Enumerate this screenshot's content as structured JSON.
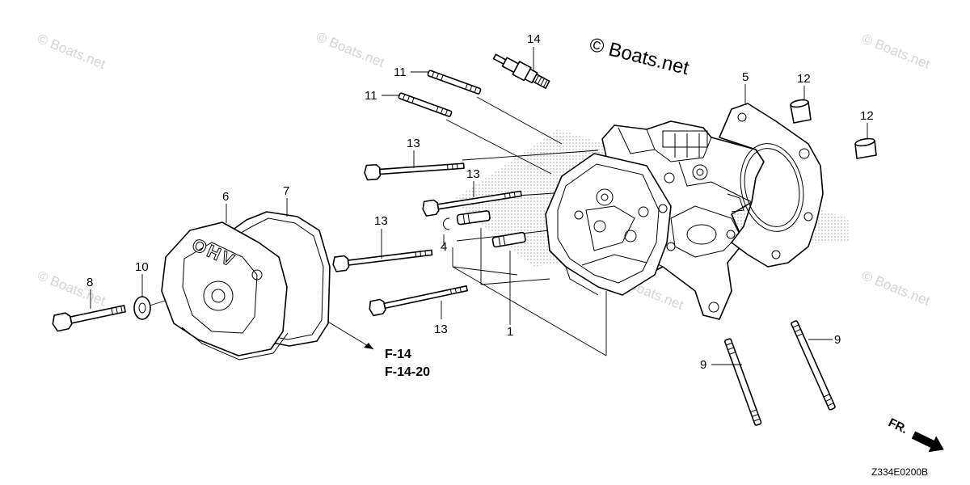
{
  "watermarks": [
    "© Boats.net",
    "© Boats.net",
    "© Boats.net",
    "© Boats.net",
    "© Boats.net",
    "© Boats.net"
  ],
  "brand": "© Boats.net",
  "cover_marking": "OHV",
  "callouts": {
    "n1": "1",
    "n4": "4",
    "n5": "5",
    "n6": "6",
    "n7": "7",
    "n8": "8",
    "n9a": "9",
    "n9b": "9",
    "n10": "10",
    "n11a": "11",
    "n11b": "11",
    "n12a": "12",
    "n12b": "12",
    "n13a": "13",
    "n13b": "13",
    "n13c": "13",
    "n13d": "13",
    "n14": "14"
  },
  "references": [
    "F-14",
    "F-14-20"
  ],
  "direction_label": "FR.",
  "diagram_code": "Z334E0200B"
}
